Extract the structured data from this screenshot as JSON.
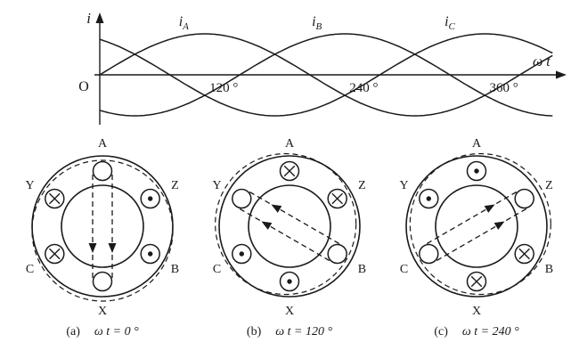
{
  "colors": {
    "ink": "#1a1a1a",
    "background": "#ffffff"
  },
  "chart_data": {
    "type": "line",
    "x_axis_label": "ω t",
    "y_axis_label": "i",
    "origin_label": "O",
    "x_range": [
      0,
      388
    ],
    "y_range": [
      -1,
      1
    ],
    "grid": false,
    "legend": "labels above curve peaks",
    "x_ticks": [
      {
        "x": 120,
        "label": "120 °"
      },
      {
        "x": 240,
        "label": "240 °"
      },
      {
        "x": 360,
        "label": "360 °"
      }
    ],
    "series": [
      {
        "name": "i_A",
        "base": "i",
        "sub": "A",
        "wave": "sine",
        "amplitude": 1,
        "phase_deg": 0,
        "label_x_deg": 72
      },
      {
        "name": "i_B",
        "base": "i",
        "sub": "B",
        "wave": "sine",
        "amplitude": 1,
        "phase_deg": 120,
        "label_x_deg": 186
      },
      {
        "name": "i_C",
        "base": "i",
        "sub": "C",
        "wave": "sine",
        "amplitude": 1,
        "phase_deg": 240,
        "label_x_deg": 300
      }
    ]
  },
  "stators": [
    {
      "index_label": "(a)",
      "time_label": "ω t = 0 °",
      "field_angle_deg": 270,
      "slots": [
        {
          "name": "A",
          "angle_deg": 90,
          "marker": "empty"
        },
        {
          "name": "Z",
          "angle_deg": 30,
          "marker": "dot"
        },
        {
          "name": "B",
          "angle_deg": -30,
          "marker": "dot"
        },
        {
          "name": "X",
          "angle_deg": 270,
          "marker": "empty"
        },
        {
          "name": "C",
          "angle_deg": 210,
          "marker": "cross"
        },
        {
          "name": "Y",
          "angle_deg": 150,
          "marker": "cross"
        }
      ]
    },
    {
      "index_label": "(b)",
      "time_label": "ω t = 120 °",
      "field_angle_deg": 150,
      "slots": [
        {
          "name": "A",
          "angle_deg": 90,
          "marker": "cross"
        },
        {
          "name": "Z",
          "angle_deg": 30,
          "marker": "cross"
        },
        {
          "name": "B",
          "angle_deg": -30,
          "marker": "empty"
        },
        {
          "name": "X",
          "angle_deg": 270,
          "marker": "dot"
        },
        {
          "name": "C",
          "angle_deg": 210,
          "marker": "dot"
        },
        {
          "name": "Y",
          "angle_deg": 150,
          "marker": "empty"
        }
      ]
    },
    {
      "index_label": "(c)",
      "time_label": "ω t = 240 °",
      "field_angle_deg": 30,
      "slots": [
        {
          "name": "A",
          "angle_deg": 90,
          "marker": "dot"
        },
        {
          "name": "Z",
          "angle_deg": 30,
          "marker": "empty"
        },
        {
          "name": "B",
          "angle_deg": -30,
          "marker": "cross"
        },
        {
          "name": "X",
          "angle_deg": 270,
          "marker": "cross"
        },
        {
          "name": "C",
          "angle_deg": 210,
          "marker": "empty"
        },
        {
          "name": "Y",
          "angle_deg": 150,
          "marker": "dot"
        }
      ]
    }
  ]
}
